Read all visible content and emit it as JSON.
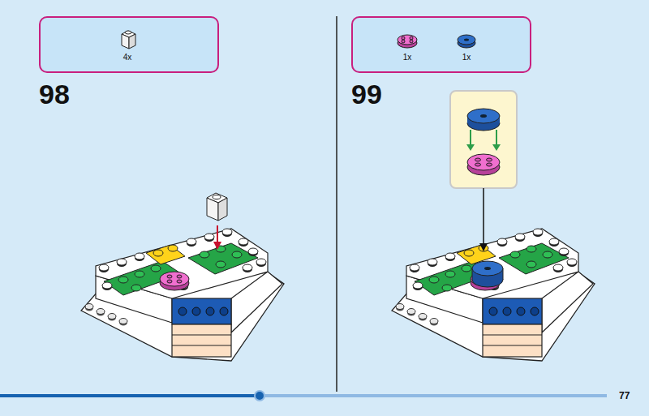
{
  "diagram": {
    "nodes": [
      {
        "text": [
          "4x"
        ]
      },
      {
        "text": [
          "1x",
          "1x"
        ]
      }
    ],
    "labels": [
      "98",
      "99",
      "77"
    ]
  }
}
